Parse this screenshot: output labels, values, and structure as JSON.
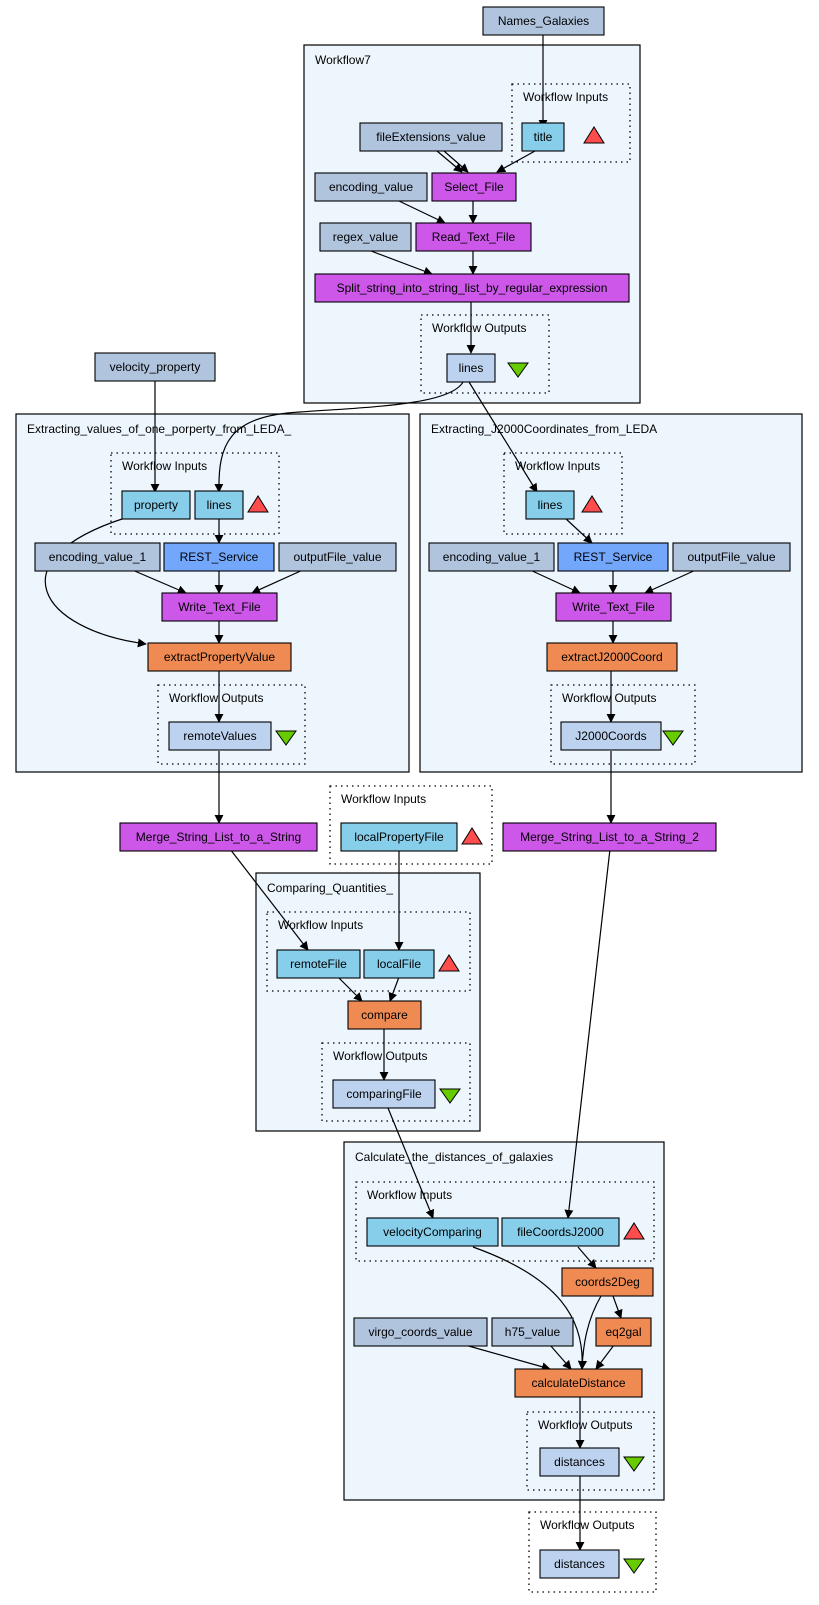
{
  "title": "",
  "colors": {
    "cluster_bg": "#eef6fd",
    "constant": "#b0c4de",
    "input_port": "#87ceeb",
    "output_port": "#bcd2ee",
    "beanshell": "#cc57e8",
    "rest": "#72a7fc",
    "nested": "#f08a53",
    "input_triangle": "#ff4d4d",
    "output_triangle": "#66cc00"
  },
  "icons": {
    "input": "red-triangle-icon",
    "output": "green-triangle-icon"
  },
  "clusters": [
    {
      "id": "c1",
      "label": "Workflow7"
    },
    {
      "id": "c2",
      "label": "Extracting_values_of_one_porperty_from_LEDA_"
    },
    {
      "id": "c3",
      "label": "Extracting_J2000Coordinates_from_LEDA"
    },
    {
      "id": "c4",
      "label": "Comparing_Quantities_"
    },
    {
      "id": "c5",
      "label": "Calculate_the_distances_of_galaxies"
    }
  ],
  "subgraphs": [
    {
      "id": "s1",
      "label": "Workflow Inputs"
    },
    {
      "id": "s2",
      "label": "Workflow Outputs"
    },
    {
      "id": "s3",
      "label": "Workflow Inputs"
    },
    {
      "id": "s4",
      "label": "Workflow Outputs"
    },
    {
      "id": "s5",
      "label": "Workflow Inputs"
    },
    {
      "id": "s6",
      "label": "Workflow Outputs"
    },
    {
      "id": "s7",
      "label": "Workflow Inputs"
    },
    {
      "id": "s8",
      "label": "Workflow Inputs"
    },
    {
      "id": "s9",
      "label": "Workflow Outputs"
    },
    {
      "id": "s10",
      "label": "Workflow Inputs"
    },
    {
      "id": "s11",
      "label": "Workflow Outputs"
    },
    {
      "id": "s12",
      "label": "Workflow Outputs"
    }
  ],
  "nodes": [
    {
      "id": "names",
      "label": "Names_Galaxies",
      "kind": "constant"
    },
    {
      "id": "title",
      "label": "title",
      "kind": "input_port"
    },
    {
      "id": "fileExt",
      "label": "fileExtensions_value",
      "kind": "constant"
    },
    {
      "id": "enc",
      "label": "encoding_value",
      "kind": "constant"
    },
    {
      "id": "selectFile",
      "label": "Select_File",
      "kind": "beanshell"
    },
    {
      "id": "regex",
      "label": "regex_value",
      "kind": "constant"
    },
    {
      "id": "readText",
      "label": "Read_Text_File",
      "kind": "beanshell"
    },
    {
      "id": "split",
      "label": "Split_string_into_string_list_by_regular_expression",
      "kind": "beanshell"
    },
    {
      "id": "lines1",
      "label": "lines",
      "kind": "output_port"
    },
    {
      "id": "velocity",
      "label": "velocity_property",
      "kind": "constant"
    },
    {
      "id": "property",
      "label": "property",
      "kind": "input_port"
    },
    {
      "id": "lines2",
      "label": "lines",
      "kind": "input_port"
    },
    {
      "id": "encA",
      "label": "encoding_value_1",
      "kind": "constant"
    },
    {
      "id": "restA",
      "label": "REST_Service",
      "kind": "rest"
    },
    {
      "id": "outA",
      "label": "outputFile_value",
      "kind": "constant"
    },
    {
      "id": "writeA",
      "label": "Write_Text_File",
      "kind": "beanshell"
    },
    {
      "id": "extractProp",
      "label": "extractPropertyValue",
      "kind": "nested"
    },
    {
      "id": "remoteValues",
      "label": "remoteValues",
      "kind": "output_port"
    },
    {
      "id": "lines3",
      "label": "lines",
      "kind": "input_port"
    },
    {
      "id": "encB",
      "label": "encoding_value_1",
      "kind": "constant"
    },
    {
      "id": "restB",
      "label": "REST_Service",
      "kind": "rest"
    },
    {
      "id": "outB",
      "label": "outputFile_value",
      "kind": "constant"
    },
    {
      "id": "writeB",
      "label": "Write_Text_File",
      "kind": "beanshell"
    },
    {
      "id": "extractJ",
      "label": "extractJ2000Coord",
      "kind": "nested"
    },
    {
      "id": "j2000",
      "label": "J2000Coords",
      "kind": "output_port"
    },
    {
      "id": "merge1",
      "label": "Merge_String_List_to_a_String",
      "kind": "beanshell"
    },
    {
      "id": "localProp",
      "label": "localPropertyFile",
      "kind": "input_port"
    },
    {
      "id": "merge2",
      "label": "Merge_String_List_to_a_String_2",
      "kind": "beanshell"
    },
    {
      "id": "remoteFile",
      "label": "remoteFile",
      "kind": "input_port"
    },
    {
      "id": "localFile",
      "label": "localFile",
      "kind": "input_port"
    },
    {
      "id": "compare",
      "label": "compare",
      "kind": "nested"
    },
    {
      "id": "comparingFile",
      "label": "comparingFile",
      "kind": "output_port"
    },
    {
      "id": "velComp",
      "label": "velocityComparing",
      "kind": "input_port"
    },
    {
      "id": "fileCoords",
      "label": "fileCoordsJ2000",
      "kind": "input_port"
    },
    {
      "id": "coords2Deg",
      "label": "coords2Deg",
      "kind": "nested"
    },
    {
      "id": "eq2gal",
      "label": "eq2gal",
      "kind": "nested"
    },
    {
      "id": "virgo",
      "label": "virgo_coords_value",
      "kind": "constant"
    },
    {
      "id": "h75",
      "label": "h75_value",
      "kind": "constant"
    },
    {
      "id": "calcDist",
      "label": "calculateDistance",
      "kind": "nested"
    },
    {
      "id": "distances1",
      "label": "distances",
      "kind": "output_port"
    },
    {
      "id": "distances2",
      "label": "distances",
      "kind": "output_port"
    }
  ]
}
